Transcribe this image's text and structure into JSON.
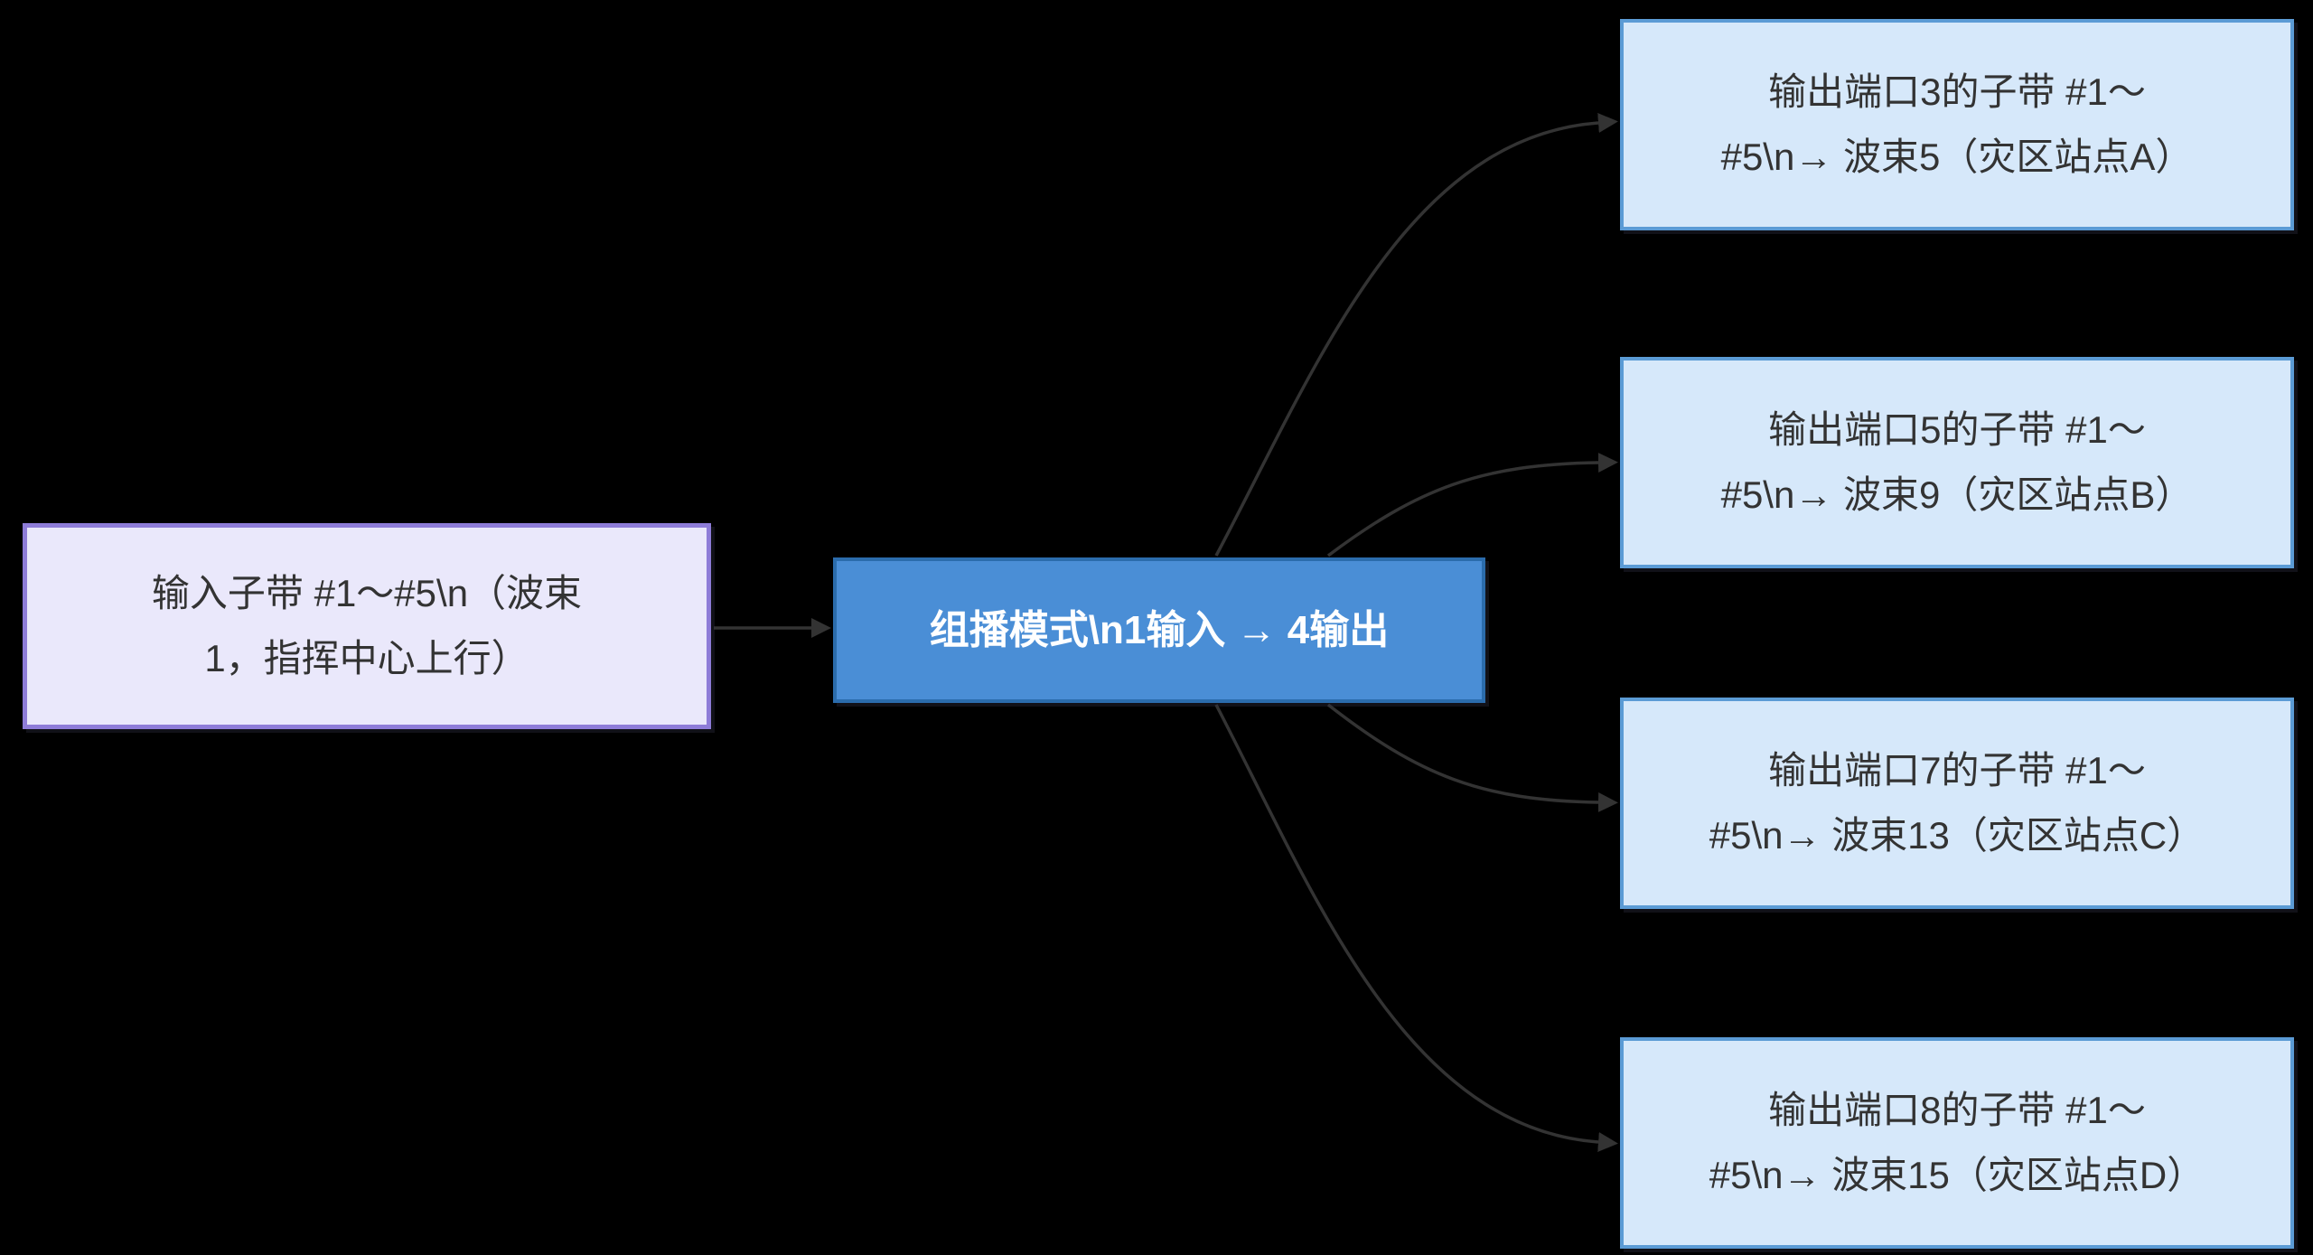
{
  "diagram_type": "flowchart",
  "nodes": {
    "input": {
      "id": "input-subband",
      "lines": [
        "输入子带 #1～#5\\n（波束",
        "1，指挥中心上行）"
      ]
    },
    "multicast": {
      "id": "multicast-mode",
      "lines": [
        "组播模式\\n1输入 → 4输出"
      ]
    },
    "output3": {
      "id": "output-port-3",
      "lines": [
        "输出端口3的子带 #1～",
        "#5\\n→ 波束5（灾区站点A）"
      ]
    },
    "output5": {
      "id": "output-port-5",
      "lines": [
        "输出端口5的子带 #1～",
        "#5\\n→ 波束9（灾区站点B）"
      ]
    },
    "output7": {
      "id": "output-port-7",
      "lines": [
        "输出端口7的子带 #1～",
        "#5\\n→ 波束13（灾区站点C）"
      ]
    },
    "output8": {
      "id": "output-port-8",
      "lines": [
        "输出端口8的子带 #1～",
        "#5\\n→ 波束15（灾区站点D）"
      ]
    }
  },
  "edges": [
    {
      "from": "input-subband",
      "to": "multicast-mode"
    },
    {
      "from": "multicast-mode",
      "to": "output-port-3"
    },
    {
      "from": "multicast-mode",
      "to": "output-port-5"
    },
    {
      "from": "multicast-mode",
      "to": "output-port-7"
    },
    {
      "from": "multicast-mode",
      "to": "output-port-8"
    }
  ],
  "colors": {
    "background": "#000000",
    "input_fill": "#EAE8FB",
    "input_border": "#8E7CD8",
    "multicast_fill": "#4A8ED6",
    "multicast_border": "#2B6CAC",
    "multicast_text": "#FFFFFF",
    "output_fill": "#D6E8FA",
    "output_border": "#5B9BD5",
    "edge": "#333333",
    "text": "#333333"
  }
}
